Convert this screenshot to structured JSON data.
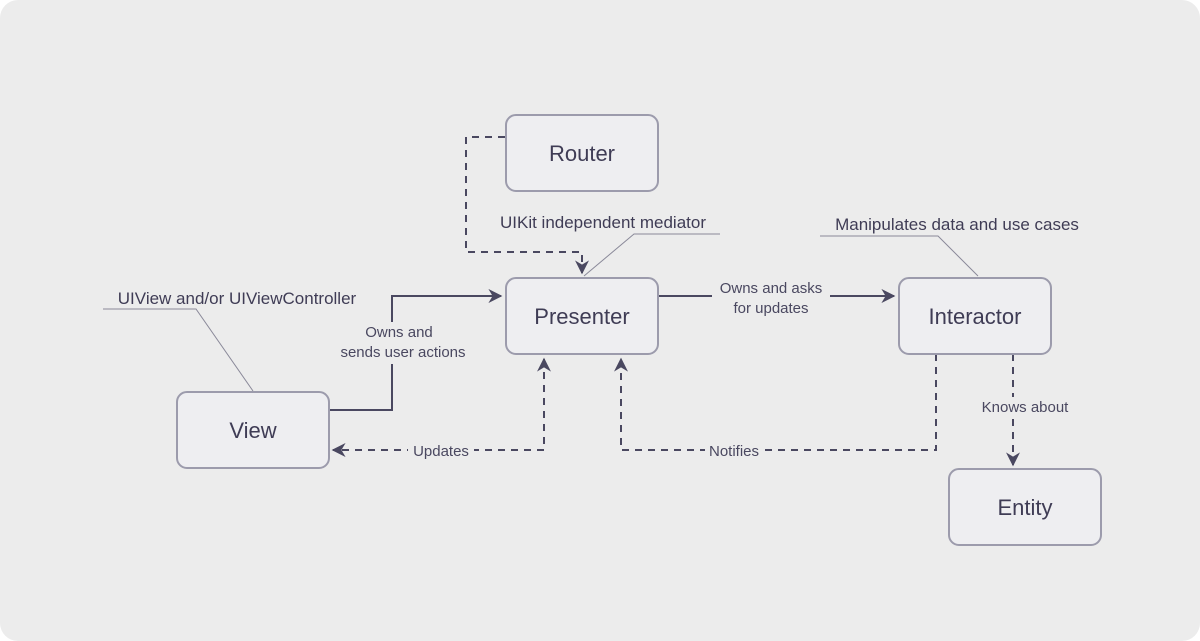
{
  "nodes": {
    "router": "Router",
    "presenter": "Presenter",
    "interactor": "Interactor",
    "view": "View",
    "entity": "Entity"
  },
  "edges": {
    "view_to_presenter_line1": "Owns and",
    "view_to_presenter_line2": "sends user actions",
    "presenter_to_interactor_line1": "Owns and asks",
    "presenter_to_interactor_line2": "for updates",
    "presenter_to_view": "Updates",
    "interactor_to_presenter": "Notifies",
    "interactor_to_entity": "Knows about"
  },
  "notes": {
    "presenter_note": "UIKit independent mediator",
    "interactor_note": "Manipulates data and use cases",
    "view_note": "UIView and/or UIViewController"
  },
  "colors": {
    "background": "#ececec",
    "node_fill": "#eeeef1",
    "node_border": "#9c9bac",
    "line": "#4a4860"
  }
}
